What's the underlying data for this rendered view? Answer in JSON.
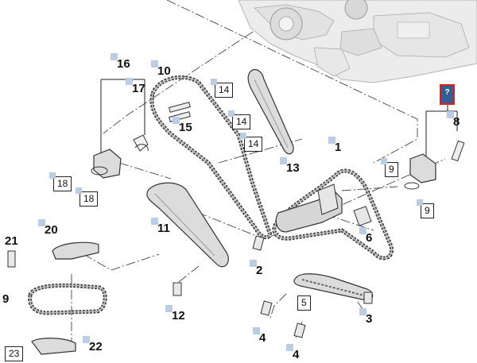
{
  "callouts": {
    "c1": "1",
    "c2": "2",
    "c3": "3",
    "c4a": "4",
    "c4b": "4",
    "c6": "6",
    "c8": "8",
    "c9": "9",
    "c10": "10",
    "c11": "11",
    "c12": "12",
    "c13": "13",
    "c15": "15",
    "c16": "16",
    "c17": "17",
    "c20": "20",
    "c21": "21",
    "c22": "22"
  },
  "boxed": {
    "b14a": "14",
    "b14b": "14",
    "b14c": "14",
    "b18a": "18",
    "b18b": "18",
    "b9a": "9",
    "b9b": "9",
    "b5": "5",
    "b23": "23"
  },
  "selected_marker": "?",
  "colors": {
    "marker_bg": "#b9cde6",
    "selection_border": "#e01b1b",
    "selection_fill": "#2e5f97"
  }
}
